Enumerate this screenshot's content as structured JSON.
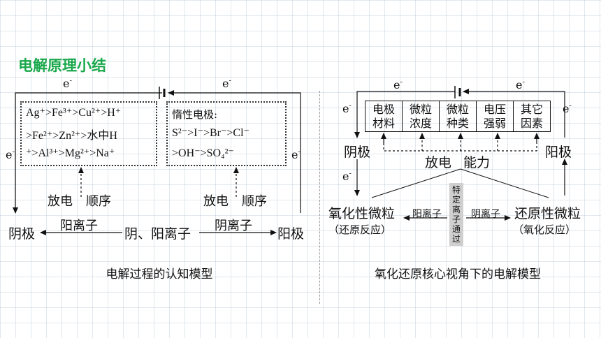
{
  "title": "电解原理小结",
  "left": {
    "caption": "电解过程的认知模型",
    "electron": "e",
    "electron_sup": "-",
    "cathode_box": {
      "line1": "Ag⁺>Fe³⁺>Cu²⁺>H⁺",
      "line2": ">Fe²⁺>Zn²⁺>水中H",
      "line3": "⁺>Al³⁺>Mg²⁺>Na⁺"
    },
    "anode_box": {
      "line1": "惰性电极:",
      "line2": "S²⁻>I⁻>Br⁻>Cl⁻",
      "line3": ">OH⁻>SO₄²⁻"
    },
    "discharge": "放电",
    "order": "顺序",
    "cathode": "阴极",
    "anode": "阳极",
    "ions": "阴、阳离子",
    "cation": "阳离子",
    "anion": "阴离子"
  },
  "right": {
    "caption": "氧化还原核心视角下的电解模型",
    "electron": "e",
    "electron_sup": "-",
    "factors": [
      {
        "l1": "电极",
        "l2": "材料"
      },
      {
        "l1": "微粒",
        "l2": "浓度"
      },
      {
        "l1": "微粒",
        "l2": "种类"
      },
      {
        "l1": "电压",
        "l2": "强弱"
      },
      {
        "l1": "其它",
        "l2": "因素"
      }
    ],
    "cathode": "阴极",
    "anode": "阳极",
    "discharge": "放电",
    "ability": "能力",
    "oxidizing": "氧化性微粒",
    "oxidizing_note": "（还原反应）",
    "reducing": "还原性微粒",
    "reducing_note": "（氧化反应）",
    "cation": "阳离子",
    "anion": "阴离子",
    "special": "特定离子通过"
  },
  "colors": {
    "title": "#1aa84b",
    "special_bg": "#cfcfcf"
  }
}
